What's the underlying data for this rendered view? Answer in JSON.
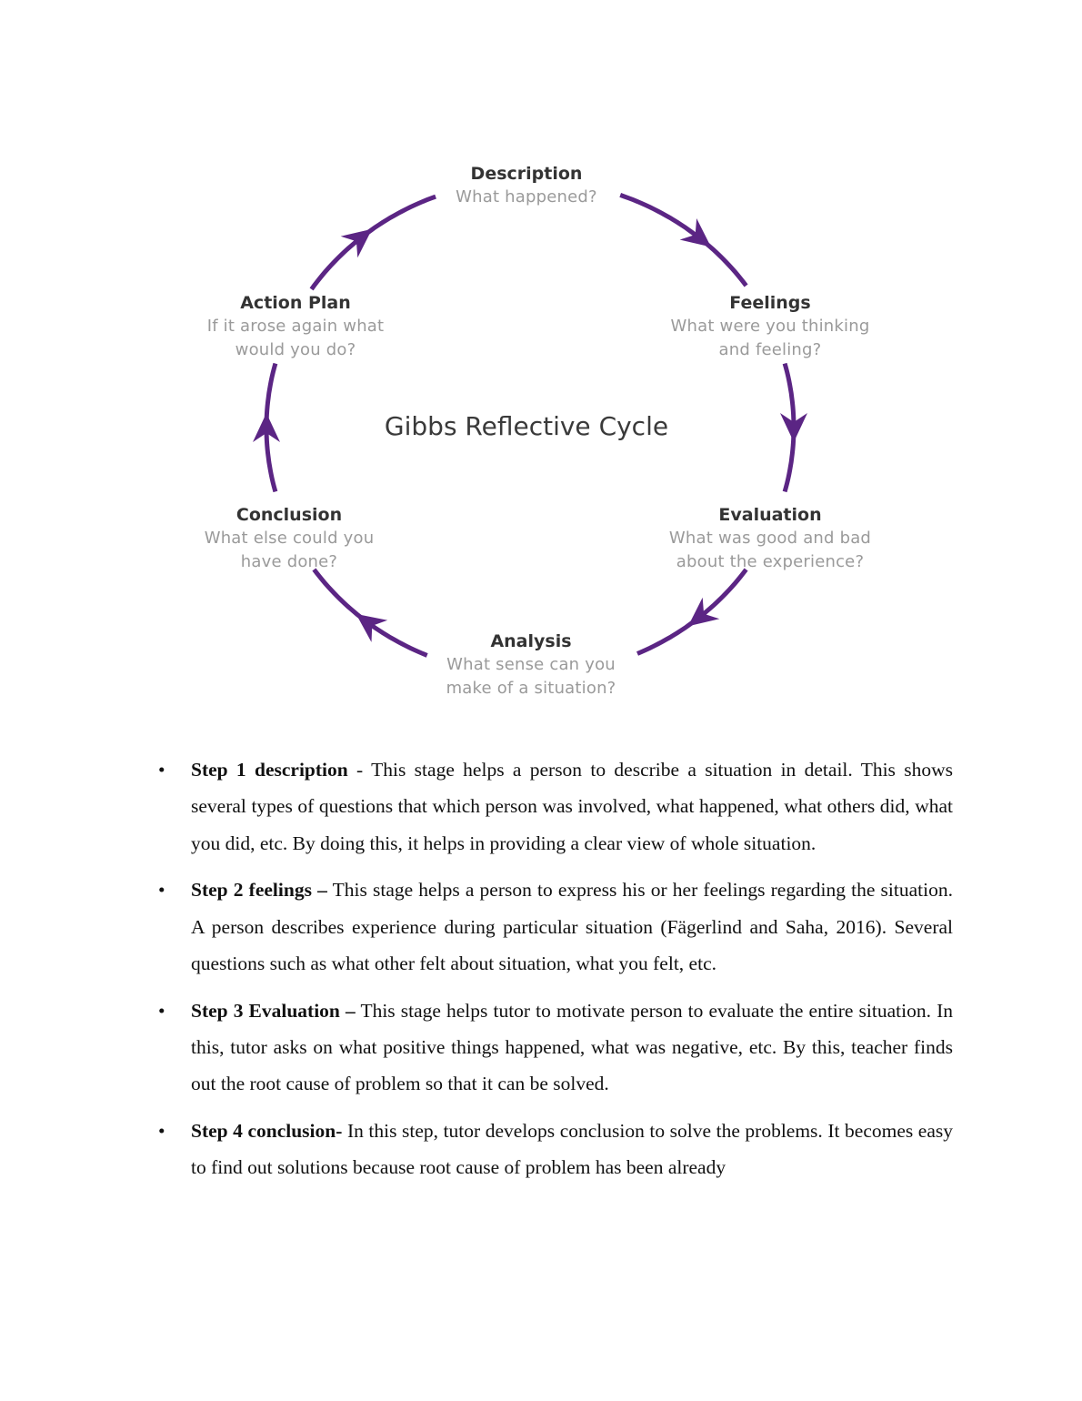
{
  "diagram": {
    "title": "Gibbs Reflective Cycle",
    "accent_color": "#5b2584",
    "stages": [
      {
        "title": "Description",
        "lines": [
          "What happened?"
        ]
      },
      {
        "title": "Feelings",
        "lines": [
          "What were you thinking",
          "and feeling?"
        ]
      },
      {
        "title": "Evaluation",
        "lines": [
          "What was good and bad",
          "about the experience?"
        ]
      },
      {
        "title": "Analysis",
        "lines": [
          "What sense can you",
          "make of a situation?"
        ]
      },
      {
        "title": "Conclusion",
        "lines": [
          "What else could you",
          "have done?"
        ]
      },
      {
        "title": "Action Plan",
        "lines": [
          "If it arose again what",
          "would you do?"
        ]
      }
    ]
  },
  "bullet_symbol": "•",
  "steps": [
    {
      "heading": "Step 1 description",
      "sep": " - ",
      "text": "This stage helps a person to describe a situation in detail.  This shows several types of questions that which person was involved, what happened, what others did, what you did, etc. By doing this, it helps in providing a clear view of whole situation."
    },
    {
      "heading": "Step 2 feelings –",
      "sep": " ",
      "text": "This stage helps a person to express his or her feelings regarding the situation. A person describes experience during particular situation (Fägerlind  and Saha, 2016). Several questions such as what other felt about situation, what you felt, etc."
    },
    {
      "heading": "Step 3 Evaluation –",
      "sep": " ",
      "text": "This stage helps tutor to motivate person to evaluate the entire situation. In this, tutor asks on what positive things happened, what was negative, etc. By this, teacher finds out the root cause of problem so that it can be solved."
    },
    {
      "heading": "Step 4 conclusion-",
      "sep": " ",
      "text": "In this step, tutor develops conclusion to solve the problems. It becomes easy to find out solutions because root cause of problem has been already"
    }
  ]
}
